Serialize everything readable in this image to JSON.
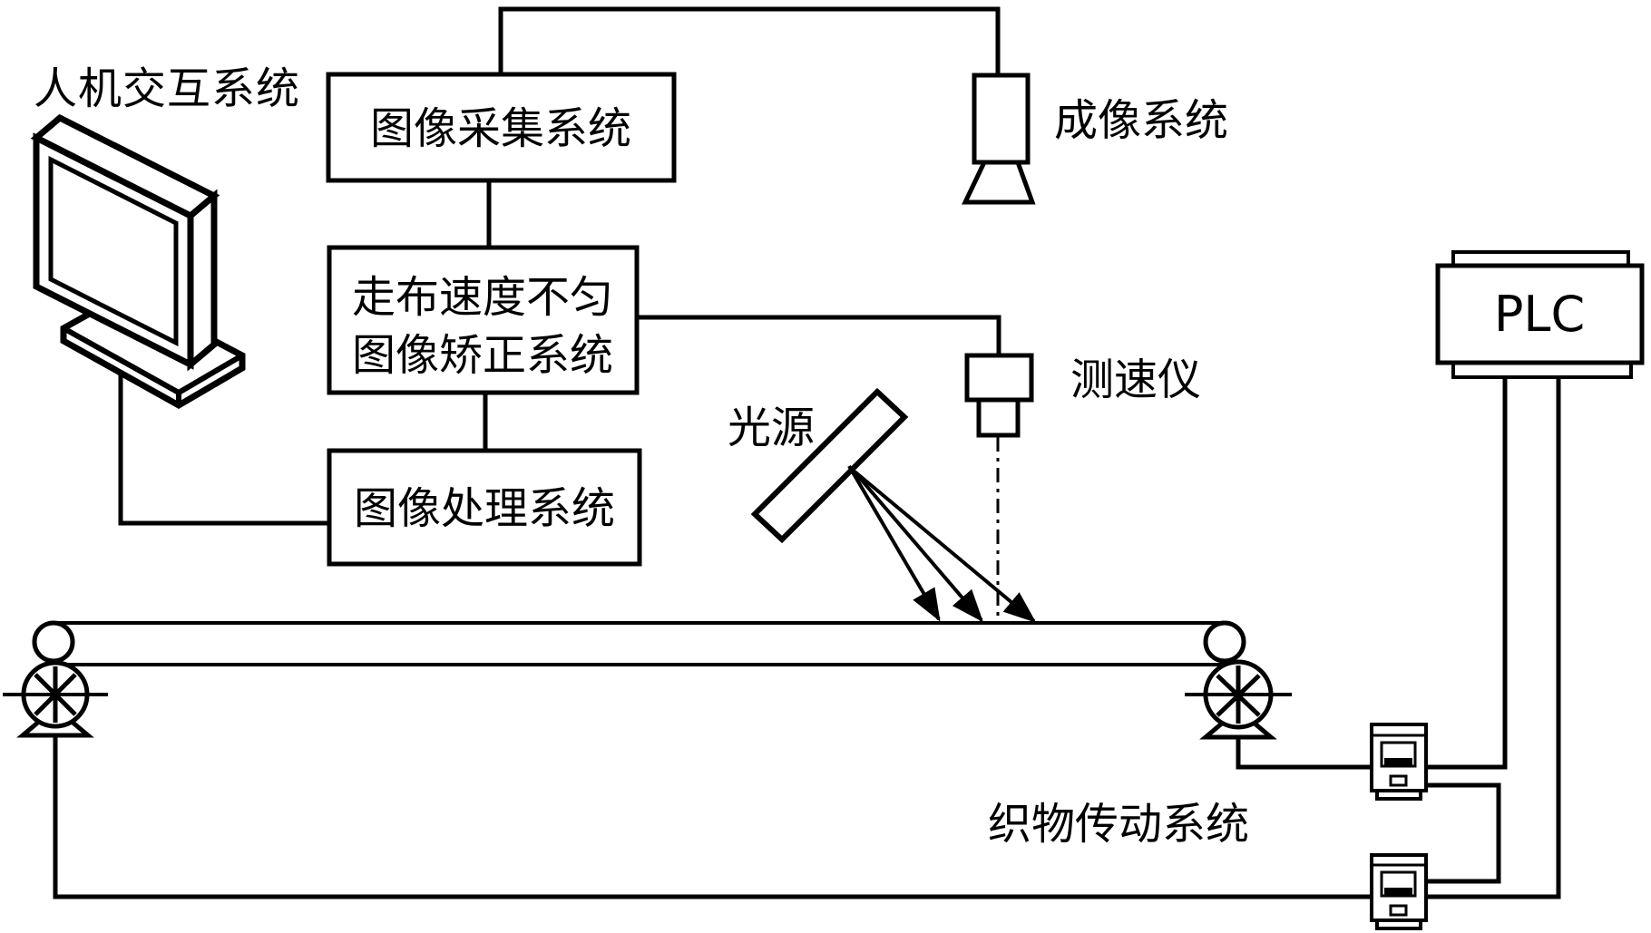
{
  "diagram": {
    "title_hint": "fabric inspection machine vision system block diagram",
    "labels": {
      "hmi": "人机交互系统",
      "image_acquisition": "图像采集系统",
      "correction_line1": "走布速度不匀",
      "correction_line2": "图像矫正系统",
      "image_processing": "图像处理系统",
      "imaging_system": "成像系统",
      "speed_meter": "测速仪",
      "light_source": "光源",
      "fabric_drive": "织物传动系统",
      "plc": "PLC"
    },
    "colors": {
      "line": "#000000",
      "background": "#ffffff"
    }
  }
}
